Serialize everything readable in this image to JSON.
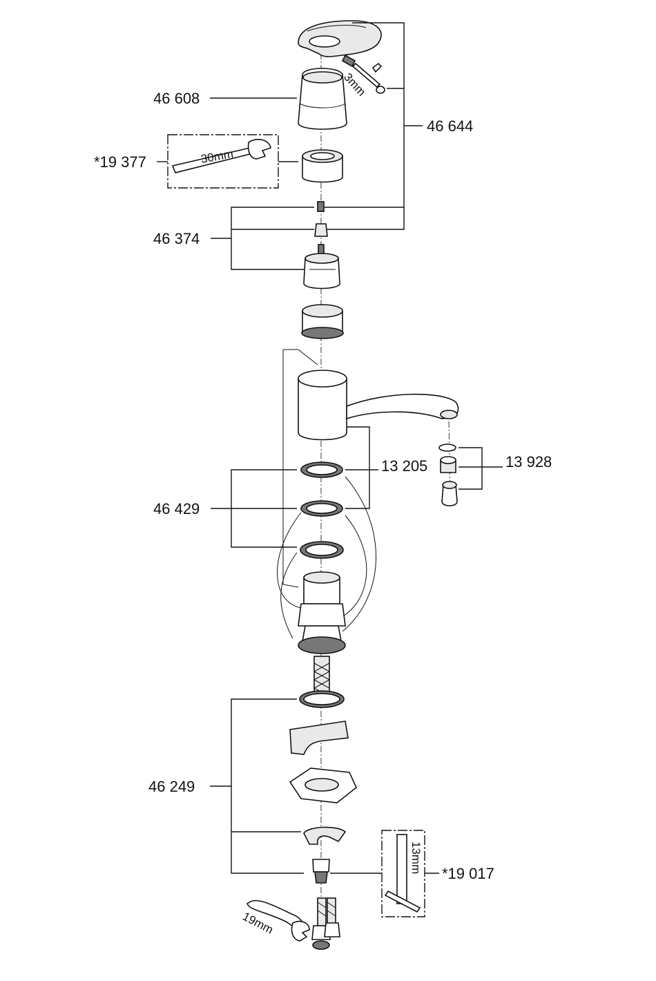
{
  "labels": {
    "cap": "46 608",
    "lever_set": "46 644",
    "wrench_tool": "*19 377",
    "cartridge": "46 374",
    "o_rings": "13 205",
    "aerator": "13 928",
    "seal_set": "46 429",
    "mounting_set": "46 249",
    "socket_tool": "*19 017"
  },
  "tool_sizes": {
    "hex_key": "3mm",
    "wrench": "30mm",
    "socket": "13mm",
    "spanner": "19mm"
  }
}
